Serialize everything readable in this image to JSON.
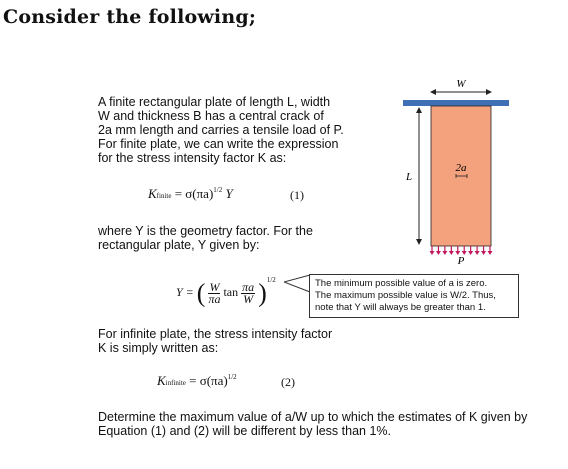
{
  "heading": "Consider the following;",
  "intro": {
    "line1": "A finite rectangular plate of length L, width",
    "line2": "W and thickness B has a central crack of",
    "line3": "2a mm length and carries a tensile load of P.",
    "line4": "For finite plate, we can write the expression",
    "line5": "for the stress intensity factor K as:"
  },
  "eq1": {
    "lhs_symbol": "K",
    "lhs_sub": "finite",
    "rhs": "= σ(πa)",
    "exp": "1/2",
    "factor": "Y",
    "number": "(1)"
  },
  "where": {
    "line1": "where Y is the geometry factor. For the",
    "line2": "rectangular plate, Y given by:"
  },
  "eqY": {
    "lhs": "Y =",
    "frac1_num": "W",
    "frac1_den": "πa",
    "tan": "tan",
    "frac2_num": "πa",
    "frac2_den": "W",
    "exp": "1/2"
  },
  "callout": {
    "line1": "The minimum possible value of a is zero.",
    "line2": "The maximum possible value is W/2. Thus,",
    "line3": "note that Y will always be greater than 1."
  },
  "inf": {
    "line1": "For infinite plate, the stress intensity factor",
    "line2": "K is simply written as:"
  },
  "eq2": {
    "lhs_symbol": "K",
    "lhs_sub": "infinite",
    "rhs": "= σ(πa)",
    "exp": "1/2",
    "number": "(2)"
  },
  "question": {
    "line1": "Determine the maximum value of a/W up to which the estimates of K given by",
    "line2": "Equation (1) and (2) will be different by less than 1%."
  },
  "figure": {
    "width_label": "W",
    "length_label": "L",
    "crack_label": "2a",
    "load_label": "P",
    "plate_color": "#f4a27e",
    "bar_color": "#3f6fb5",
    "arrow_color": "#c2185b"
  }
}
